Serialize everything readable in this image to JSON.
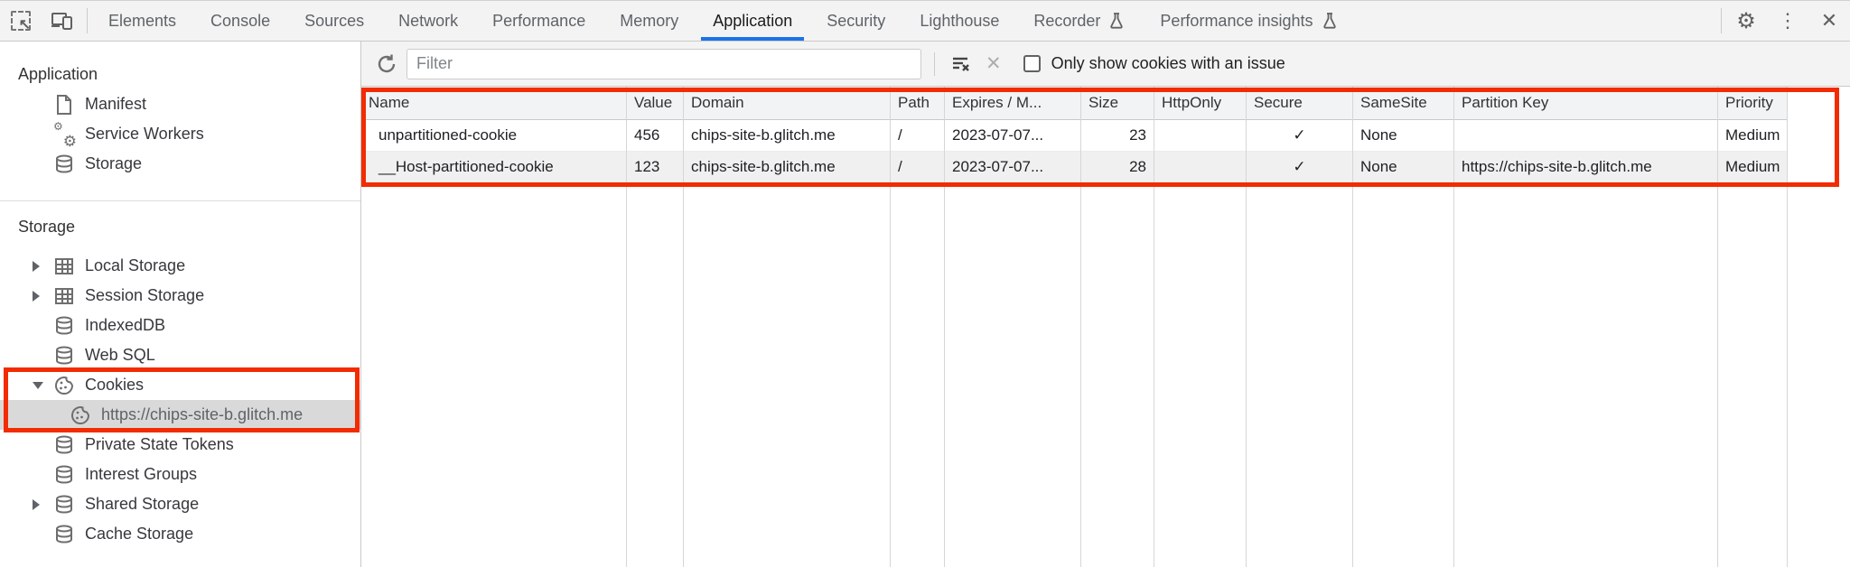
{
  "colors": {
    "accent": "#1a73e8",
    "annotation_red": "#f22b00",
    "selected_gray": "#d9d9d9"
  },
  "tabbar": {
    "tabs": [
      {
        "label": "Elements"
      },
      {
        "label": "Console"
      },
      {
        "label": "Sources"
      },
      {
        "label": "Network"
      },
      {
        "label": "Performance"
      },
      {
        "label": "Memory"
      },
      {
        "label": "Application"
      },
      {
        "label": "Security"
      },
      {
        "label": "Lighthouse"
      },
      {
        "label": "Recorder"
      },
      {
        "label": "Performance insights"
      }
    ],
    "active_tab": "Application"
  },
  "sidebar": {
    "sections": [
      {
        "title": "Application",
        "items": [
          {
            "label": "Manifest"
          },
          {
            "label": "Service Workers"
          },
          {
            "label": "Storage"
          }
        ]
      },
      {
        "title": "Storage",
        "items": [
          {
            "label": "Local Storage"
          },
          {
            "label": "Session Storage"
          },
          {
            "label": "IndexedDB"
          },
          {
            "label": "Web SQL"
          },
          {
            "label": "Cookies"
          },
          {
            "label": "https://chips-site-b.glitch.me"
          },
          {
            "label": "Private State Tokens"
          },
          {
            "label": "Interest Groups"
          },
          {
            "label": "Shared Storage"
          },
          {
            "label": "Cache Storage"
          }
        ]
      }
    ],
    "selected_item": "https://chips-site-b.glitch.me"
  },
  "toolbar": {
    "filter_placeholder": "Filter",
    "only_issue_label": "Only show cookies with an issue"
  },
  "cookie_table": {
    "columns": [
      {
        "header": "Name",
        "cells": [
          "unpartitioned-cookie",
          "__Host-partitioned-cookie"
        ]
      },
      {
        "header": "Value",
        "cells": [
          "456",
          "123"
        ]
      },
      {
        "header": "Domain",
        "cells": [
          "chips-site-b.glitch.me",
          "chips-site-b.glitch.me"
        ]
      },
      {
        "header": "Path",
        "cells": [
          "/",
          "/"
        ]
      },
      {
        "header": "Expires / M...",
        "cells": [
          "2023-07-07...",
          "2023-07-07..."
        ]
      },
      {
        "header": "Size",
        "cells": [
          "23",
          "28"
        ]
      },
      {
        "header": "HttpOnly",
        "cells": [
          "",
          ""
        ]
      },
      {
        "header": "Secure",
        "cells": [
          "✓",
          "✓"
        ]
      },
      {
        "header": "SameSite",
        "cells": [
          "None",
          "None"
        ]
      },
      {
        "header": "Partition Key",
        "cells": [
          "",
          "https://chips-site-b.glitch.me"
        ]
      },
      {
        "header": "Priority",
        "cells": [
          "Medium",
          "Medium"
        ]
      }
    ]
  }
}
